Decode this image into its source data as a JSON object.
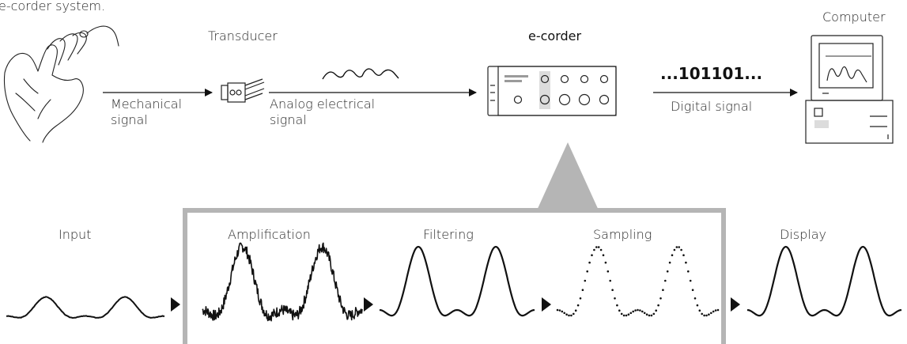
{
  "caption": "e-corder system.",
  "top_row": {
    "transducer": "Transducer",
    "mechanical_line1": "Mechanical",
    "mechanical_line2": "signal",
    "analog_line1": "Analog electrical",
    "analog_line2": "signal",
    "ecorder": "e-corder",
    "binary": "...101101...",
    "digital": "Digital signal",
    "computer": "Computer"
  },
  "stages": [
    "Input",
    "Amplification",
    "Filtering",
    "Sampling",
    "Display"
  ],
  "colors": {
    "ink": "#111111",
    "frame": "#b5b5b5",
    "panel": "#d9d9d9"
  }
}
